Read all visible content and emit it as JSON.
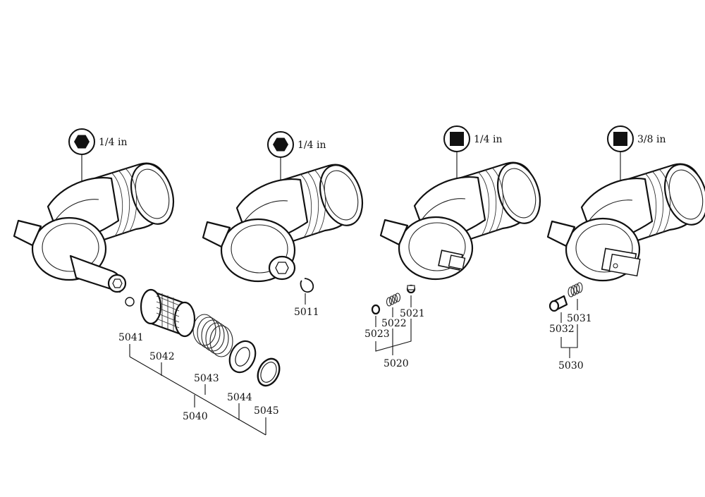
{
  "tools": [
    {
      "drive": "hex",
      "drive_size": "1/4 in"
    },
    {
      "drive": "hex",
      "drive_size": "1/4 in"
    },
    {
      "drive": "square",
      "drive_size": "1/4 in"
    },
    {
      "drive": "square",
      "drive_size": "3/8 in"
    }
  ],
  "parts": {
    "p5041": "5041",
    "p5042": "5042",
    "p5043": "5043",
    "p5044": "5044",
    "p5045": "5045",
    "p5040": "5040",
    "p5011": "5011",
    "p5021": "5021",
    "p5022": "5022",
    "p5023": "5023",
    "p5020": "5020",
    "p5031": "5031",
    "p5032": "5032",
    "p5030": "5030"
  },
  "colors": {
    "line": "#111111",
    "fill": "#ffffff",
    "badge": "#111111"
  }
}
